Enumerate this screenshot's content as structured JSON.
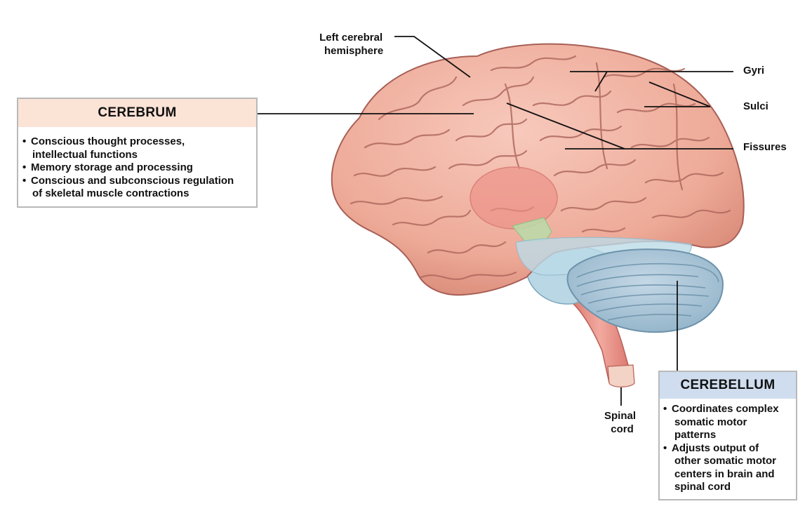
{
  "labels": {
    "left_hemisphere": [
      "Left cerebral",
      "hemisphere"
    ],
    "gyri": "Gyri",
    "sulci": "Sulci",
    "fissures": "Fissures",
    "spinal_cord": [
      "Spinal",
      "cord"
    ]
  },
  "cerebrum": {
    "title": "CEREBRUM",
    "items": [
      [
        "Conscious thought processes,",
        "intellectual functions"
      ],
      [
        "Memory storage and processing"
      ],
      [
        "Conscious and subconscious regulation",
        "of skeletal muscle contractions"
      ]
    ]
  },
  "cerebellum": {
    "title": "CEREBELLUM",
    "items": [
      [
        "Coordinates complex",
        "somatic motor",
        "patterns"
      ],
      [
        "Adjusts output of",
        "other somatic motor",
        "centers in brain and",
        "spinal cord"
      ]
    ]
  },
  "colors": {
    "cerebrum_fill": "#f0b3a3",
    "cerebrum_stroke": "#a85f56",
    "cerebellum_fill": "#a9c4d6",
    "brainstem_fill": "#b9d7e4",
    "spinal_cord_fill": "#e98a7f",
    "cerebrum_header": "#fbe3d6",
    "cerebellum_header": "#cfddef",
    "box_border": "#b9b9b9"
  }
}
